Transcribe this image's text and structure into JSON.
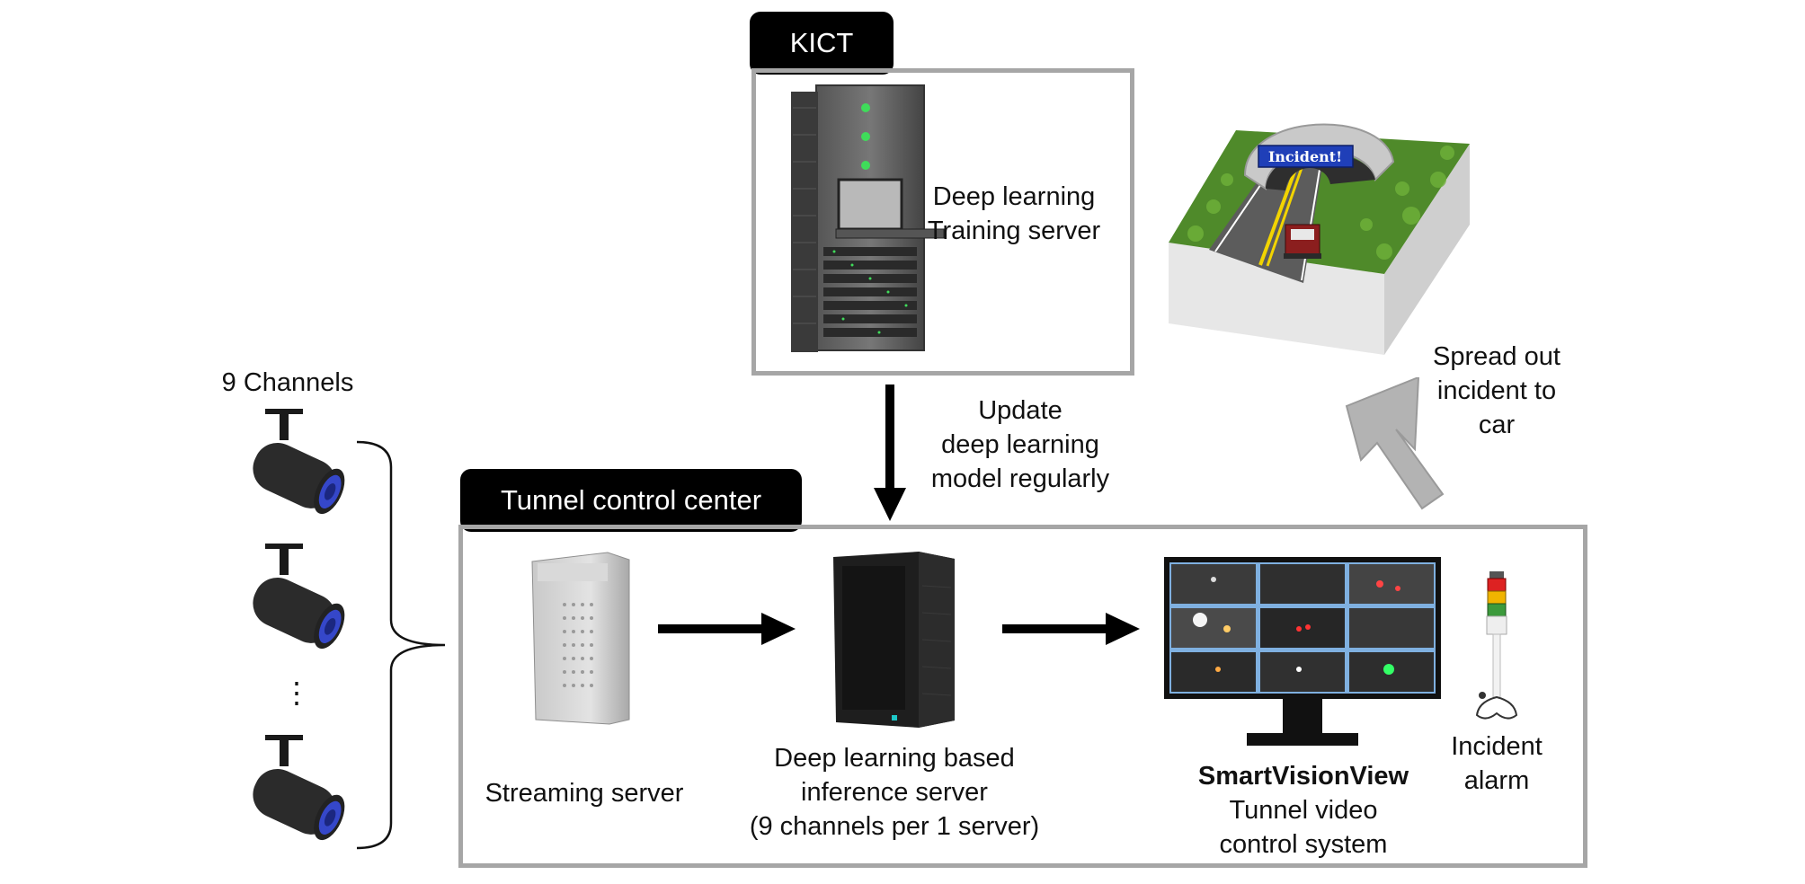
{
  "kict": {
    "label": "KICT",
    "server_label": [
      "Deep learning",
      "Training server"
    ]
  },
  "channels": {
    "label": "9 Channels",
    "ellipsis": "⋮"
  },
  "update": {
    "label": [
      "Update",
      "deep learning",
      "model regularly"
    ]
  },
  "spread": {
    "label": [
      "Spread out",
      "incident to",
      "car"
    ]
  },
  "tunnel_sign": "Incident!",
  "center": {
    "label": "Tunnel control center",
    "streaming": "Streaming server",
    "inference": [
      "Deep learning based",
      "inference server",
      "(9 channels per 1 server)"
    ],
    "smartvision_title": "SmartVisionView",
    "smartvision_sub": [
      "Tunnel video",
      "control system"
    ],
    "alarm": [
      "Incident",
      "alarm"
    ]
  },
  "colors": {
    "frame": "#a6a6a6",
    "pill": "#000000",
    "arrow": "#000000",
    "gray_arrow": "#b3b3b3"
  }
}
